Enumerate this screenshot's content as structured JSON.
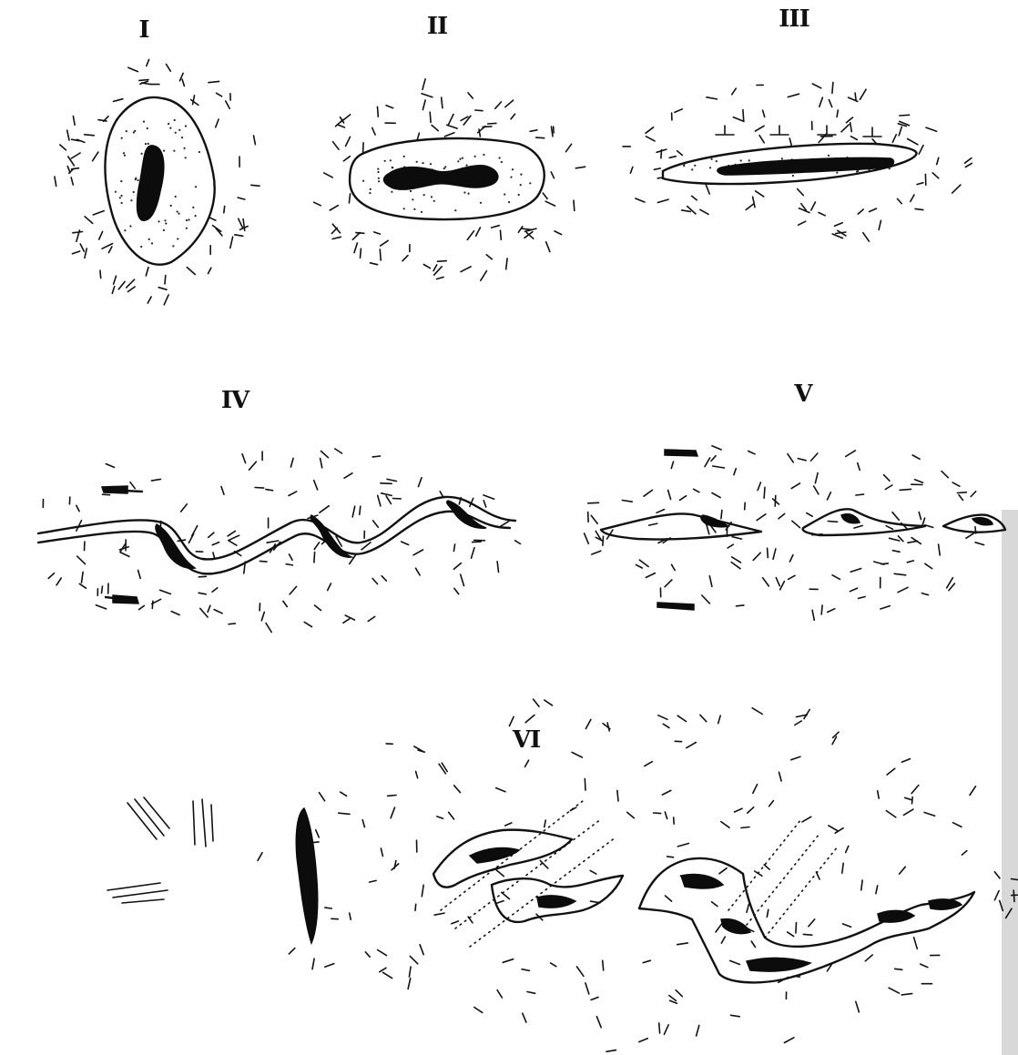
{
  "panels": [
    {
      "id": "I",
      "label": "I"
    },
    {
      "id": "II",
      "label": "II"
    },
    {
      "id": "III",
      "label": "III"
    },
    {
      "id": "IV",
      "label": "IV"
    },
    {
      "id": "V",
      "label": "V"
    },
    {
      "id": "VI",
      "label": "VI"
    }
  ],
  "colors": {
    "ink": "#111111",
    "background": "#ffffff"
  }
}
